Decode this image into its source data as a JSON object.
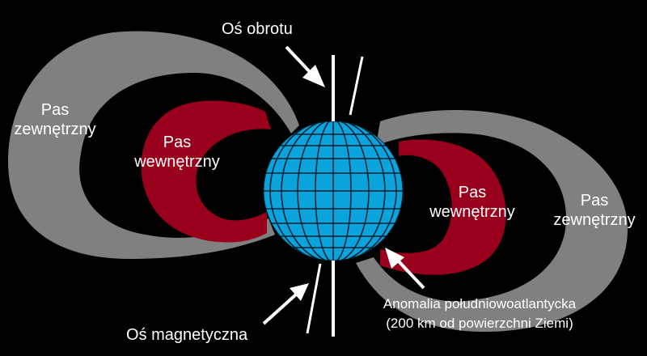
{
  "labels": {
    "rotation_axis": "Oś obrotu",
    "magnetic_axis": "Oś magnetyczna",
    "outer_belt_left": [
      "Pas",
      "zewnętrzny"
    ],
    "inner_belt_left": [
      "Pas",
      "wewnętrzny"
    ],
    "inner_belt_right": [
      "Pas",
      "wewnętrzny"
    ],
    "outer_belt_right": [
      "Pas",
      "zewnętrzny"
    ],
    "anomaly": [
      "Anomalia południowoatlantycka",
      "(200 km od powierzchni Ziemi)"
    ]
  },
  "colors": {
    "background": "#000000",
    "outer_belt": "#808080",
    "inner_belt": "#99001c",
    "earth": "#0aa3dc",
    "grid": "#0a2233",
    "text": "#ffffff"
  }
}
